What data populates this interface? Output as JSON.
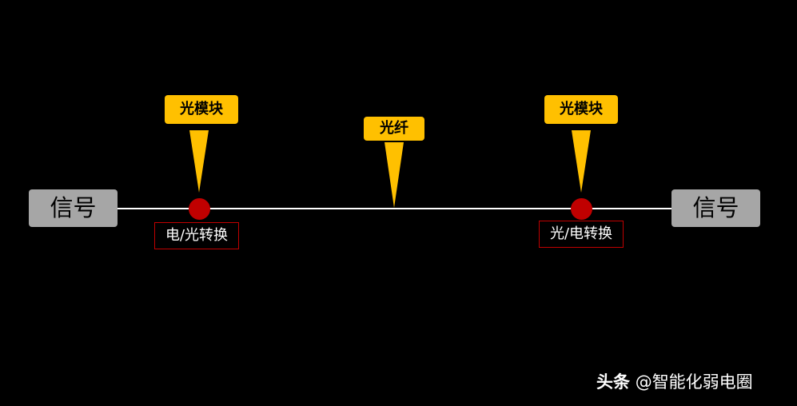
{
  "diagram": {
    "signal_left": "信号",
    "signal_right": "信号",
    "callout_left": "光模块",
    "callout_mid": "光纤",
    "callout_right": "光模块",
    "conversion_left": "电/光转换",
    "conversion_right": "光/电转换"
  },
  "watermark": {
    "brand": "头条",
    "handle": "@智能化弱电圈"
  },
  "colors": {
    "background": "#000000",
    "signal_box": "#a6a6a6",
    "node": "#c00000",
    "callout": "#ffc000",
    "line": "#ffffff"
  }
}
